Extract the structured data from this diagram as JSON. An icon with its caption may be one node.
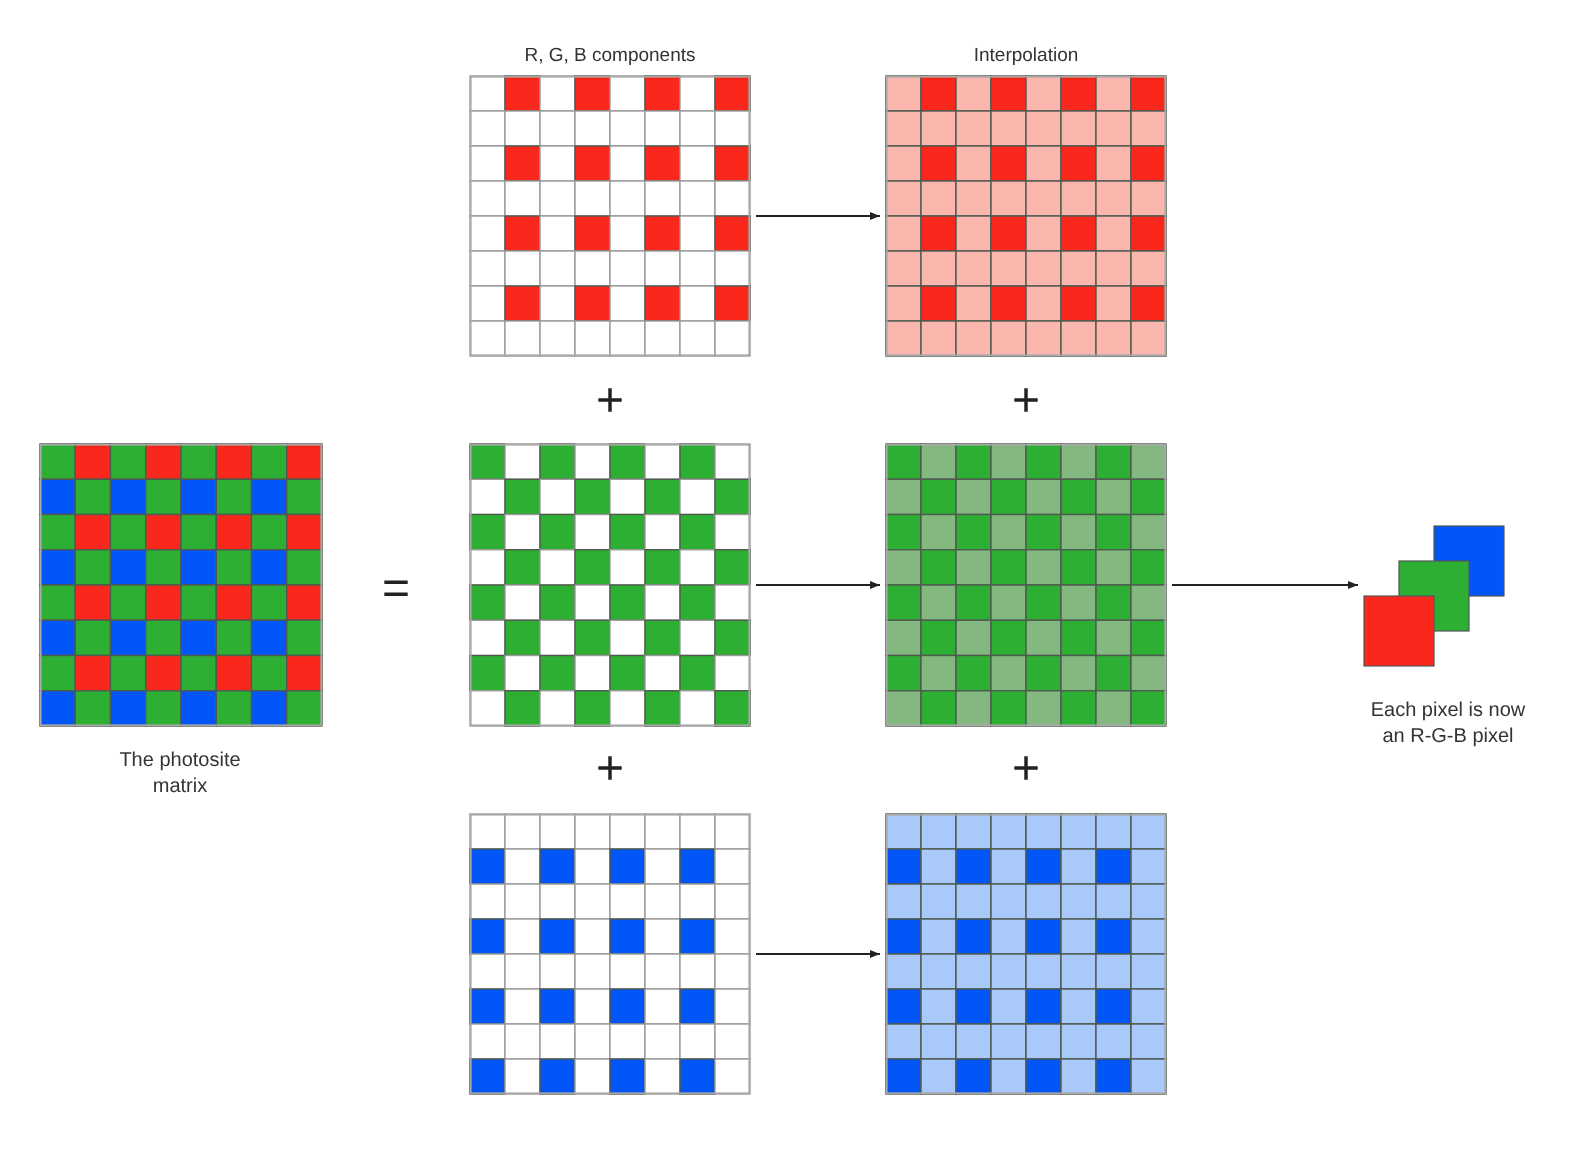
{
  "diagram": {
    "nodes": [
      {
        "text": [],
        "shape": "picture",
        "beside": [
          "The photosite matrix"
        ]
      },
      {
        "text": [],
        "shape": "picture"
      },
      {
        "text": [],
        "shape": "picture"
      },
      {
        "text": [],
        "shape": "picture"
      },
      {
        "text": [],
        "shape": "picture"
      },
      {
        "text": [],
        "shape": "picture"
      },
      {
        "text": [],
        "shape": "picture"
      },
      {
        "text": [],
        "shape": "picture",
        "beside": [
          "Each pixel is now an R-G-B pixel"
        ]
      }
    ],
    "edges": [
      {
        "from": 1,
        "to": 2,
        "arrow": "to"
      },
      {
        "from": 3,
        "to": 4,
        "arrow": "to"
      },
      {
        "from": 5,
        "to": 6,
        "arrow": "to"
      },
      {
        "from": 4,
        "to": 7,
        "arrow": "to"
      }
    ],
    "labels": [
      "R, G, B components",
      "Interpolation",
      "+",
      "+",
      "=",
      "+",
      "+"
    ]
  }
}
